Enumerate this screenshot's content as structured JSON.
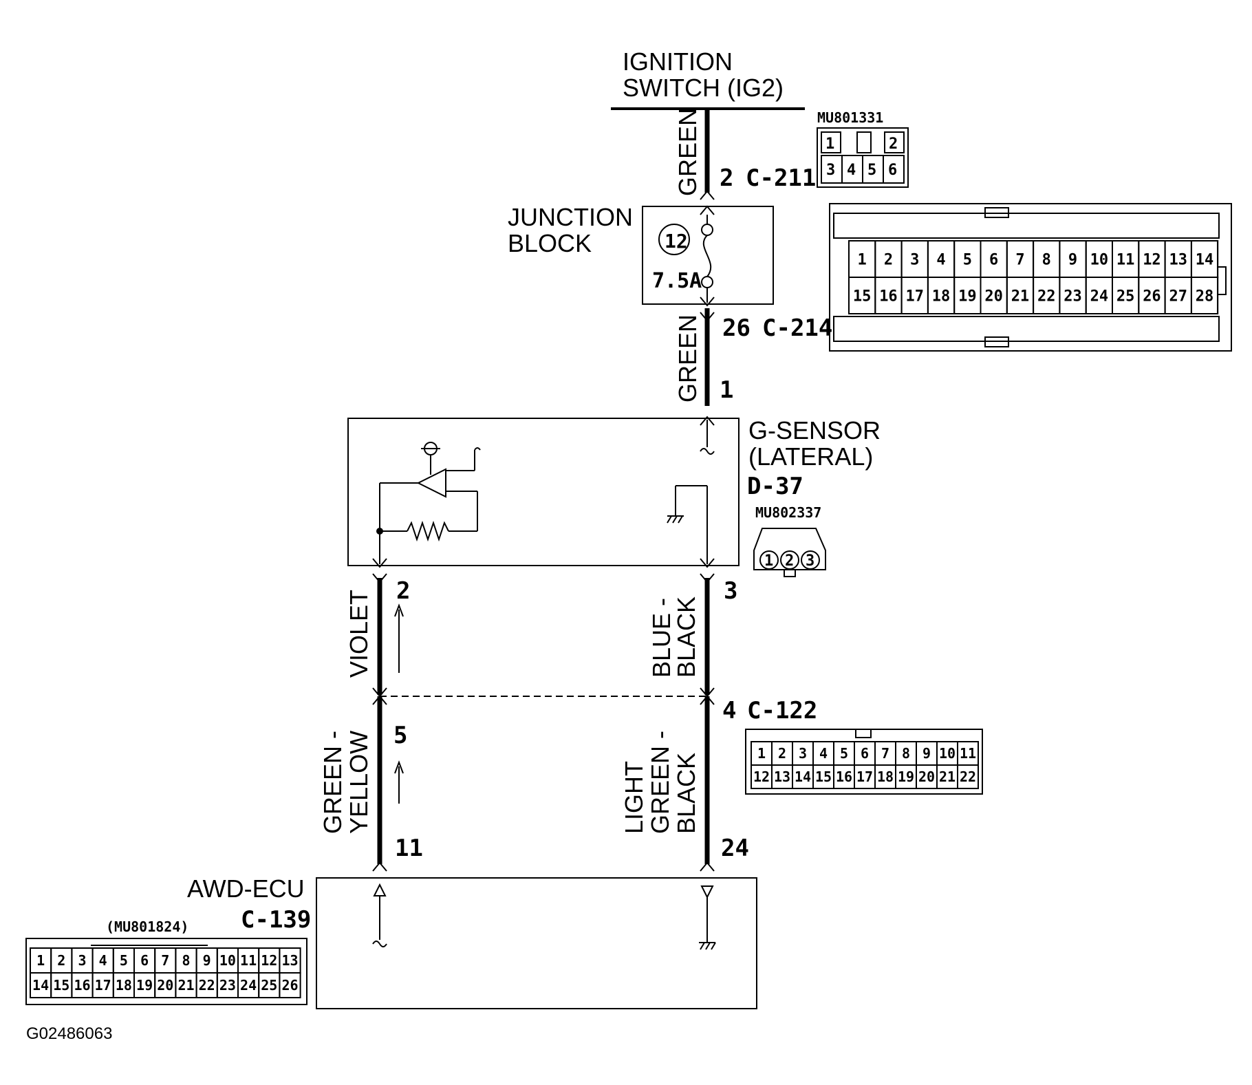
{
  "ignition": {
    "line1": "IGNITION",
    "line2": "SWITCH (IG2)"
  },
  "wires": {
    "green_top": "GREEN",
    "green_mid": "GREEN",
    "violet": "VIOLET",
    "blue_black_1": "BLUE -",
    "blue_black_2": "BLACK",
    "green_yellow_1": "GREEN -",
    "green_yellow_2": "YELLOW",
    "lgb_1": "LIGHT",
    "lgb_2": "GREEN -",
    "lgb_3": "BLACK"
  },
  "connectors": {
    "c211": {
      "pin": "2",
      "name": "C-211",
      "part": "MU801331",
      "pins_row1": [
        "1",
        "",
        "2"
      ],
      "pins_row2": [
        "3",
        "4",
        "5",
        "6"
      ]
    },
    "c214": {
      "pin": "26",
      "name": "C-214",
      "pins_row1": [
        "1",
        "2",
        "3",
        "4",
        "5",
        "6",
        "7",
        "8",
        "9",
        "10",
        "11",
        "12",
        "13",
        "14"
      ],
      "pins_row2": [
        "15",
        "16",
        "17",
        "18",
        "19",
        "20",
        "21",
        "22",
        "23",
        "24",
        "25",
        "26",
        "27",
        "28"
      ]
    },
    "d37": {
      "name": "D-37",
      "part": "MU802337",
      "pins": [
        "1",
        "2",
        "3"
      ]
    },
    "c122": {
      "pin_left": "5",
      "pin_right": "4",
      "name": "C-122",
      "pins_row1": [
        "1",
        "2",
        "3",
        "4",
        "5",
        "6",
        "7",
        "8",
        "9",
        "10",
        "11"
      ],
      "pins_row2": [
        "12",
        "13",
        "14",
        "15",
        "16",
        "17",
        "18",
        "19",
        "20",
        "21",
        "22"
      ]
    },
    "c139": {
      "name": "C-139",
      "part": "(MU801824)",
      "pins_row1": [
        "1",
        "2",
        "3",
        "4",
        "5",
        "6",
        "7",
        "8",
        "9",
        "10",
        "11",
        "12",
        "13"
      ],
      "pins_row2": [
        "14",
        "15",
        "16",
        "17",
        "18",
        "19",
        "20",
        "21",
        "22",
        "23",
        "24",
        "25",
        "26"
      ]
    }
  },
  "junction_block": {
    "line1": "JUNCTION",
    "line2": "BLOCK",
    "fuse_no": "12",
    "rating": "7.5A"
  },
  "g_sensor": {
    "line1": "G-SENSOR",
    "line2": "(LATERAL)",
    "pin_in": "1",
    "pin_left": "2",
    "pin_right": "3"
  },
  "awd_ecu": {
    "title": "AWD-ECU",
    "pin_left": "11",
    "pin_right": "24"
  },
  "figure_id": "G02486063"
}
